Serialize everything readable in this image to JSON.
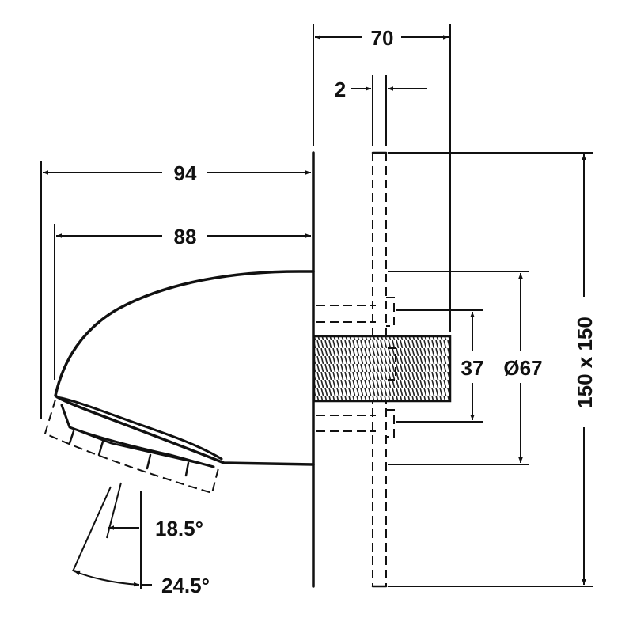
{
  "dimensions": {
    "depth_total": "70",
    "plate_thickness": "2",
    "spout_length_outer": "94",
    "spout_length_inner": "88",
    "thread_diameter": "37",
    "spout_diameter": "Ø67",
    "plate_size": "150 x 150",
    "angle_small": "18.5°",
    "angle_large": "24.5°"
  }
}
